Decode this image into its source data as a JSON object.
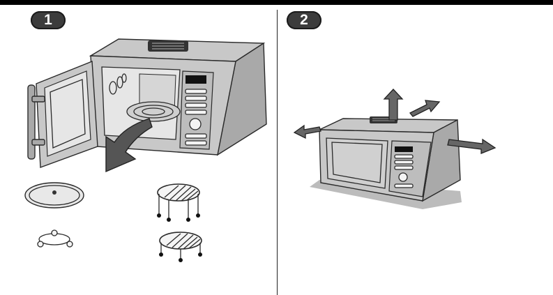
{
  "steps": [
    {
      "number": "1"
    },
    {
      "number": "2"
    }
  ],
  "colors": {
    "bar": "#000000",
    "badge": "#3c3c3c",
    "steel": "#c8c8c8",
    "arrow": "#555555"
  },
  "icons": {
    "step1": [
      "open-microwave-illustration",
      "remove-arrow-icon",
      "glass-turntable-icon",
      "roller-ring-icon",
      "high-rack-icon",
      "low-rack-icon"
    ],
    "step2": [
      "closed-microwave-illustration",
      "ventilation-arrow-up-icon",
      "ventilation-arrow-left-icon",
      "ventilation-arrow-right-icon",
      "ventilation-arrow-back-icon"
    ]
  }
}
